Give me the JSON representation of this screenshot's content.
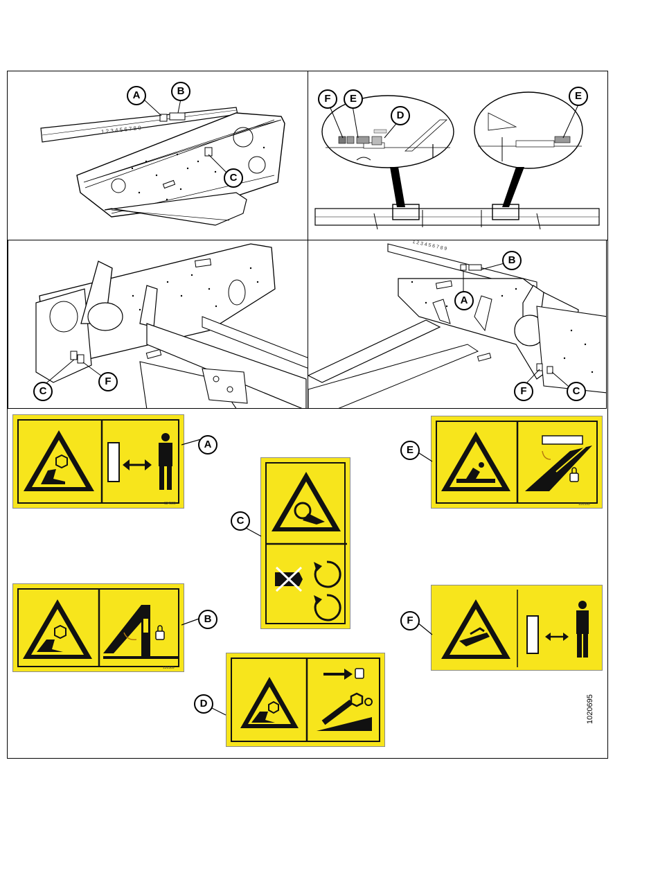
{
  "figure": {
    "number": "1020695"
  },
  "panels": {
    "top_left": {
      "callouts": [
        "A",
        "B",
        "C"
      ],
      "ruler_digits": "1 2 3 4 5 6 7 8 9"
    },
    "top_right": {
      "callouts": [
        "F",
        "E",
        "D",
        "E"
      ]
    },
    "middle_left": {
      "callouts": [
        "C",
        "F"
      ]
    },
    "middle_right": {
      "callouts": [
        "B",
        "A",
        "F",
        "C"
      ],
      "ruler_digits": "1 2 3 4 5 6 7 8 9"
    }
  },
  "decals": [
    {
      "letter": "A",
      "part_number": "134500",
      "top_pictogram": "crush-hazard-icon",
      "bottom_pictogram": "keep-clear-icon"
    },
    {
      "letter": "B",
      "part_number": "131389",
      "top_pictogram": "crush-hazard-icon",
      "bottom_pictogram": "lift-cylinder-lock-icon"
    },
    {
      "letter": "C",
      "part_number": "",
      "top_pictogram": "entanglement-hazard-icon",
      "bottom_pictogram": "rotating-parts-icon"
    },
    {
      "letter": "D",
      "part_number": "",
      "top_pictogram": "crush-hazard-icon",
      "bottom_pictogram": "lock-lever-icon"
    },
    {
      "letter": "E",
      "part_number": "131393",
      "top_pictogram": "crush-hazard-icon",
      "bottom_pictogram": "reel-lock-icon"
    },
    {
      "letter": "F",
      "part_number": "",
      "top_pictogram": "hand-crush-hazard-icon",
      "bottom_pictogram": "keep-clear-icon"
    }
  ],
  "colors": {
    "decal_yellow": "#f7e51c",
    "outline": "#000000"
  }
}
